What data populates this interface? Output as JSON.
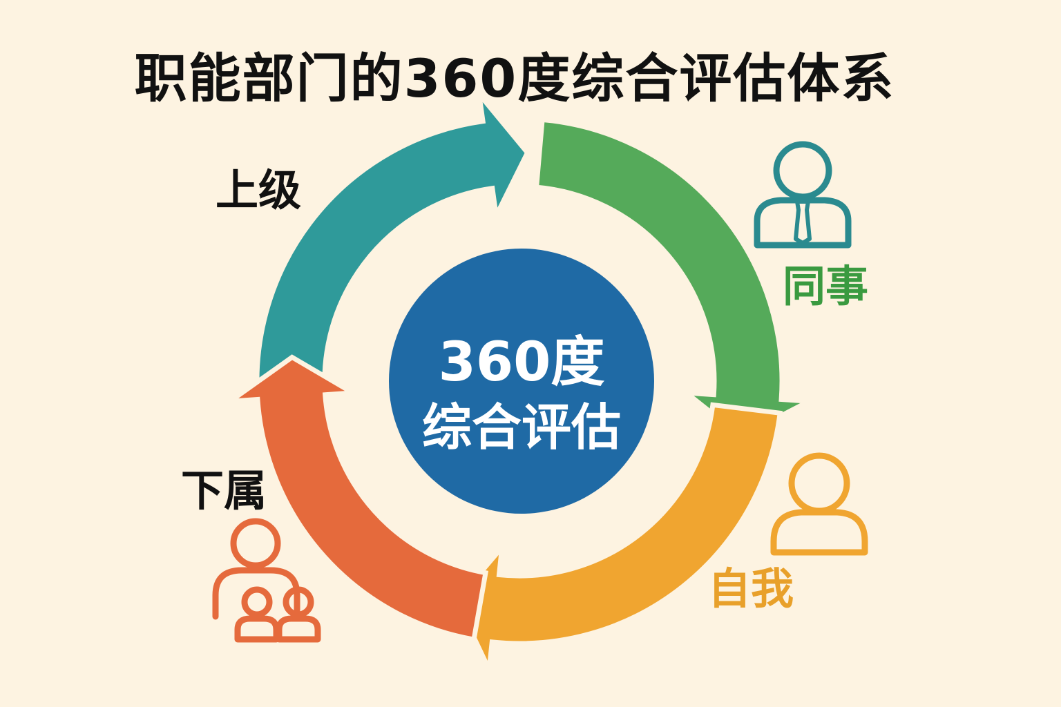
{
  "title": "职能部门的360度综合评估体系",
  "center": {
    "line1": "360度",
    "line2": "综合评估",
    "color": "#1f6aa5"
  },
  "sources": [
    {
      "key": "superior",
      "label": "上级",
      "color": "#2f9a9a",
      "label_color": "#111111",
      "icon": "none"
    },
    {
      "key": "colleague",
      "label": "同事",
      "color": "#55aa5a",
      "label_color": "#3a9a40",
      "icon": "person-with-tie-icon"
    },
    {
      "key": "self",
      "label": "自我",
      "color": "#f0a530",
      "label_color": "#e8a02a",
      "icon": "person-icon"
    },
    {
      "key": "subordinate",
      "label": "下属",
      "color": "#e56a3c",
      "label_color": "#111111",
      "icon": "group-icon"
    }
  ],
  "icon_colors": {
    "colleague": "#2a8a8f",
    "self": "#f0a530",
    "subordinate": "#e56a3c"
  },
  "background": "#fdf3e1"
}
